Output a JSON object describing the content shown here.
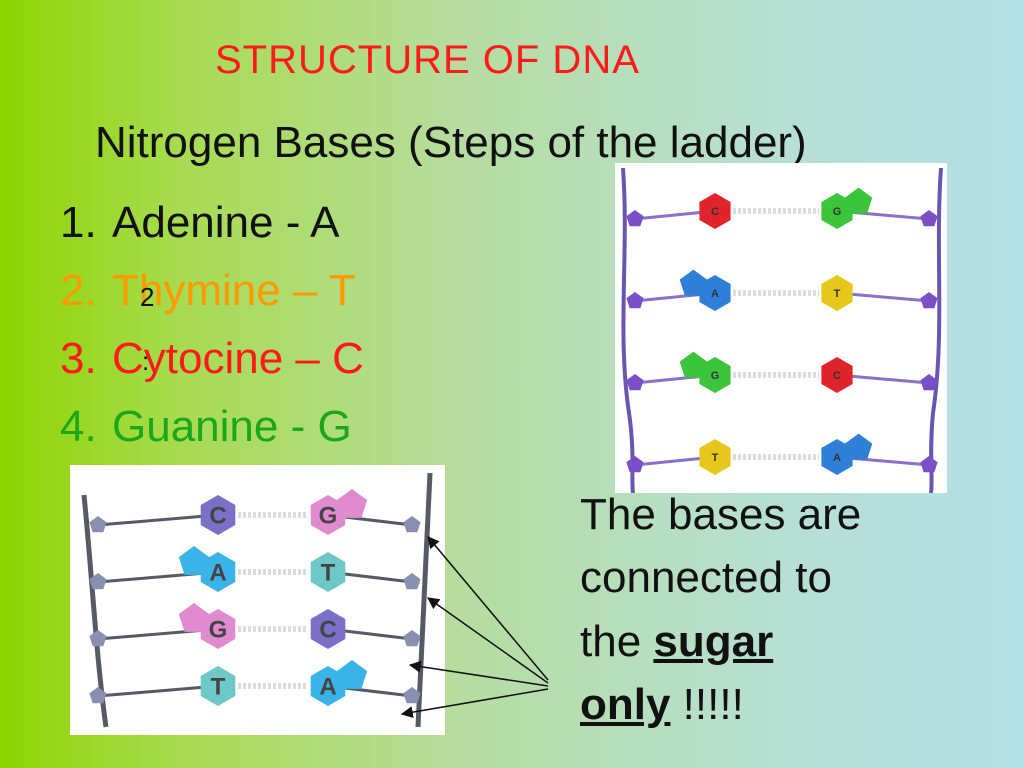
{
  "slide": {
    "title": "STRUCTURE OF DNA",
    "subtitle": "Nitrogen Bases (Steps of the ladder)",
    "items": [
      {
        "num": "1.",
        "text": "Adenine - A",
        "color": "#111111"
      },
      {
        "num": "2.",
        "text": "Thymine – T",
        "color": "#ff9900"
      },
      {
        "num": "3.",
        "text": "Cytocine – C",
        "color": "#ff1a1a"
      },
      {
        "num": "4.",
        "text": "Guanine - G",
        "color": "#1aa81a"
      }
    ],
    "overlay_num": "2",
    "overlay_dot": ":",
    "note": {
      "line1": "The bases are",
      "line2": "connected to",
      "line3_prefix": "the ",
      "bold1": "sugar",
      "bold2": "only",
      "suffix": " !!!!!"
    }
  },
  "diagram_top": {
    "rungs": [
      {
        "left": "C",
        "right": "G",
        "left_color": "#e0242b",
        "right_color": "#3cc43c"
      },
      {
        "left": "A",
        "right": "T",
        "left_color": "#2f7fd8",
        "right_color": "#e6c81c"
      },
      {
        "left": "G",
        "right": "C",
        "left_color": "#3cc43c",
        "right_color": "#e0242b"
      },
      {
        "left": "T",
        "right": "A",
        "left_color": "#e6c81c",
        "right_color": "#2f7fd8"
      }
    ]
  },
  "diagram_bottom": {
    "rungs": [
      {
        "left": "C",
        "right": "G",
        "left_color": "#7a70c8",
        "right_color": "#e08ad0"
      },
      {
        "left": "A",
        "right": "T",
        "left_color": "#3ab4e8",
        "right_color": "#6ec8c8"
      },
      {
        "left": "G",
        "right": "C",
        "left_color": "#e08ad0",
        "right_color": "#7a70c8"
      },
      {
        "left": "T",
        "right": "A",
        "left_color": "#6ec8c8",
        "right_color": "#3ab4e8"
      }
    ]
  }
}
